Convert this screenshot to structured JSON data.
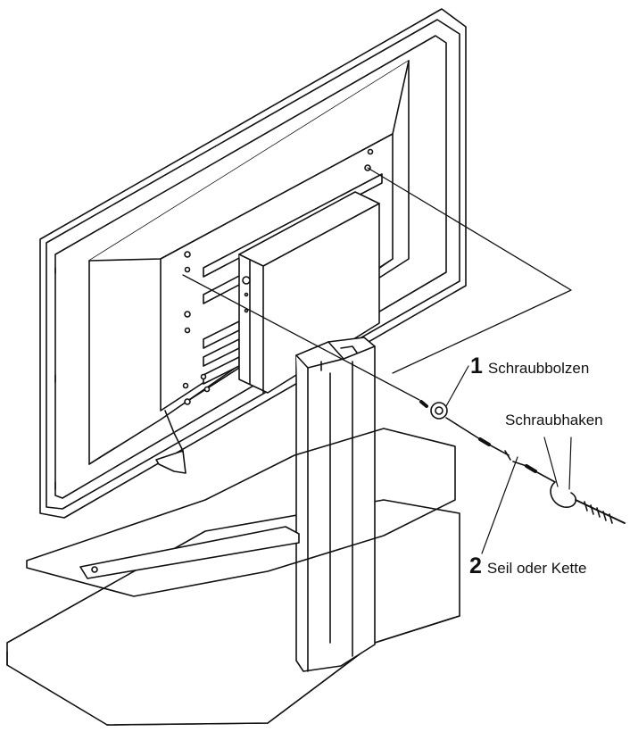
{
  "callouts": {
    "bolt": {
      "number": "1",
      "text": "Schraubbolzen"
    },
    "hook": {
      "text": "Schraubhaken"
    },
    "rope": {
      "number": "2",
      "text": "Seil oder Kette"
    }
  },
  "colors": {
    "ink": "#111111",
    "background": "#ffffff"
  }
}
